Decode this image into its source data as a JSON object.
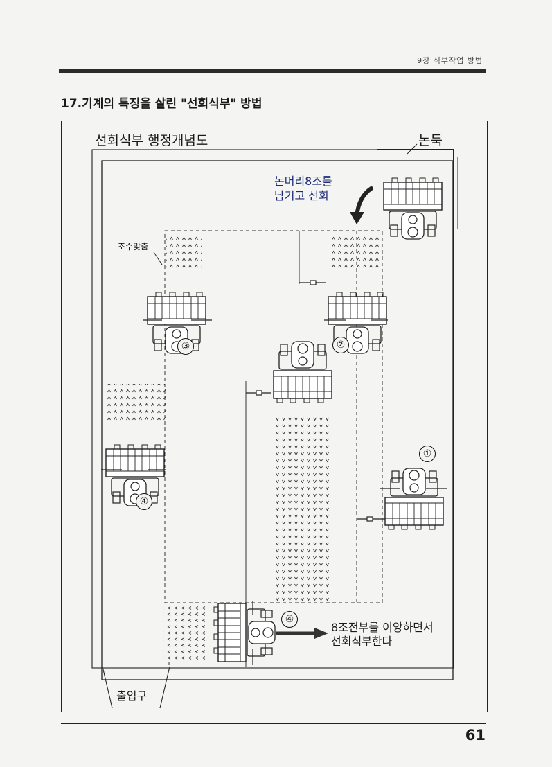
{
  "header": {
    "chapter": "9장 식부작업 방법"
  },
  "title": "17.기계의 특징을 살린 \"선회식부\" 방법",
  "diagram": {
    "heading": "선회식부 행정개념도",
    "levee": "논둑",
    "turn_note_line1": "논머리8조를",
    "turn_note_line2": "남기고 선회",
    "seedling_adjust": "조수맞춤",
    "final_note_line1": "8조전부를 이앙하면서",
    "final_note_line2": "선회식부한다",
    "entrance": "출입구",
    "steps": [
      "①",
      "②",
      "③",
      "④",
      "④"
    ]
  },
  "footer": {
    "page_number": "61"
  }
}
